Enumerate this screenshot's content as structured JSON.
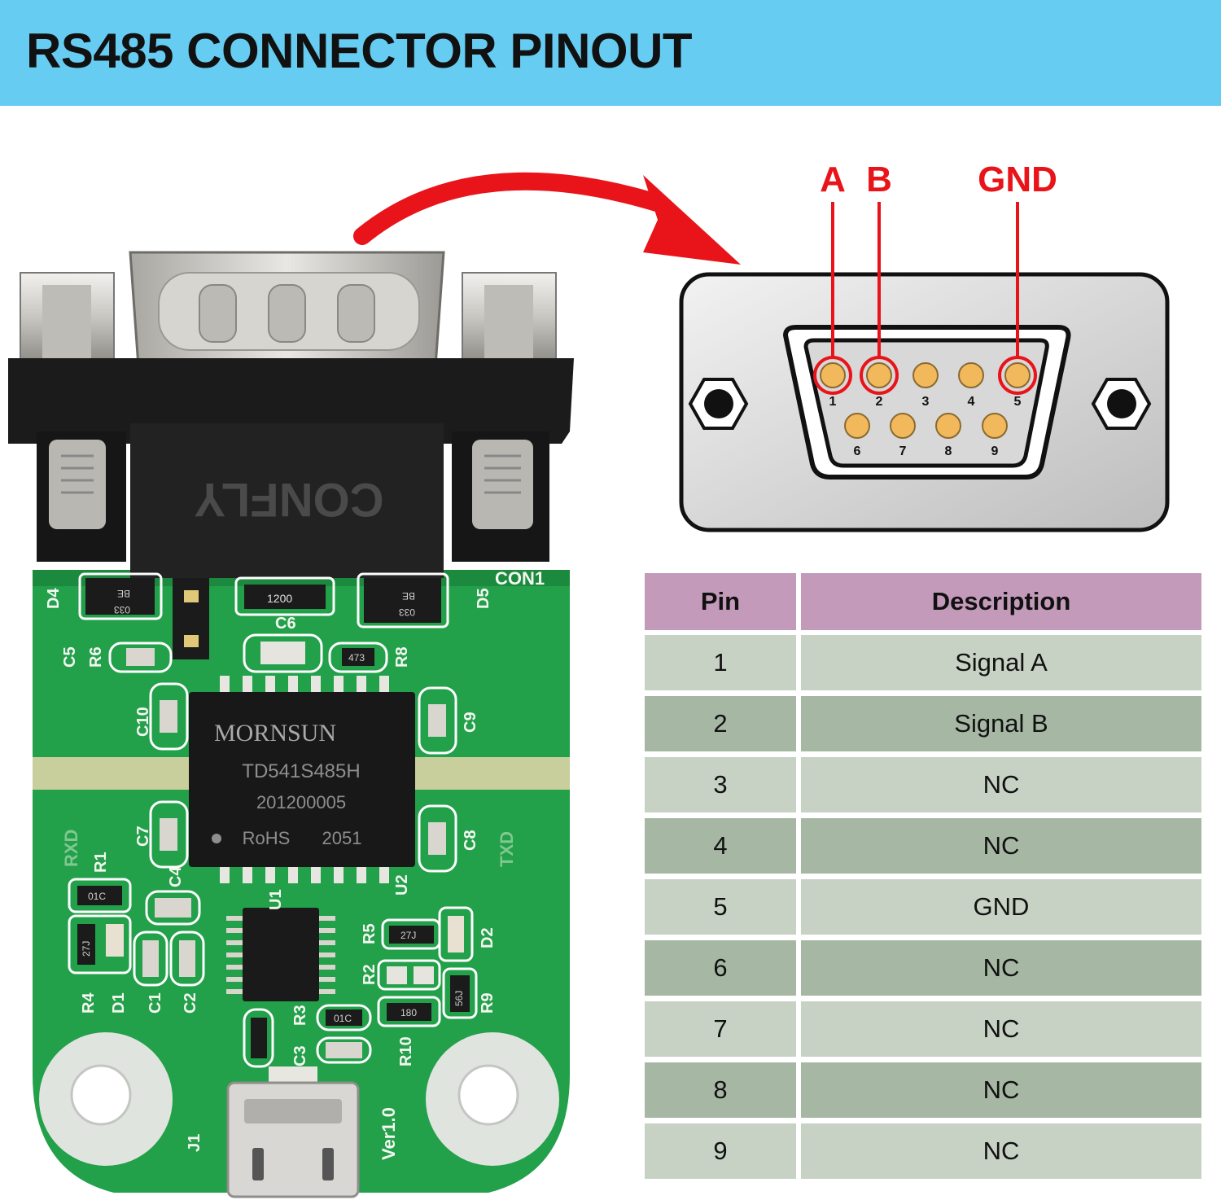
{
  "header": {
    "title": "RS485 CONNECTOR PINOUT"
  },
  "colors": {
    "banner": "#66ccf2",
    "highlight_red": "#e8141a",
    "pin_gold": "#f2b85c",
    "table_header": "#c49aba",
    "row_light": "#c7d2c4",
    "row_dark": "#a6b8a4",
    "pcb_green": "#22a04a"
  },
  "board": {
    "connector_brand": "CONFLY",
    "chip_lines": [
      "MORNSUN",
      "TD541S485H",
      "201200005",
      "RoHS",
      "2051"
    ],
    "silkscreen": [
      "CON1",
      "D4",
      "D5",
      "C6",
      "C5",
      "R6",
      "R8",
      "C10",
      "C9",
      "C7",
      "C8",
      "RXD",
      "TXD",
      "R1",
      "C4",
      "U1",
      "U2",
      "R5",
      "D2",
      "R2",
      "R9",
      "R4",
      "D1",
      "C1",
      "C2",
      "C3",
      "R3",
      "R10",
      "J1",
      "Ver1.0"
    ],
    "part_markings": [
      "BE",
      "033",
      "BE",
      "033",
      "1200",
      "473",
      "01C",
      "27J",
      "27J",
      "01C",
      "180",
      "56J"
    ]
  },
  "diagram": {
    "signal_labels": [
      "A",
      "B",
      "GND"
    ],
    "pins_top": [
      "1",
      "2",
      "3",
      "4",
      "5"
    ],
    "pins_bottom": [
      "6",
      "7",
      "8",
      "9"
    ]
  },
  "table": {
    "headers": [
      "Pin",
      "Description"
    ],
    "rows": [
      {
        "pin": "1",
        "description": "Signal A"
      },
      {
        "pin": "2",
        "description": "Signal B"
      },
      {
        "pin": "3",
        "description": "NC"
      },
      {
        "pin": "4",
        "description": "NC"
      },
      {
        "pin": "5",
        "description": "GND"
      },
      {
        "pin": "6",
        "description": "NC"
      },
      {
        "pin": "7",
        "description": "NC"
      },
      {
        "pin": "8",
        "description": "NC"
      },
      {
        "pin": "9",
        "description": "NC"
      }
    ]
  }
}
